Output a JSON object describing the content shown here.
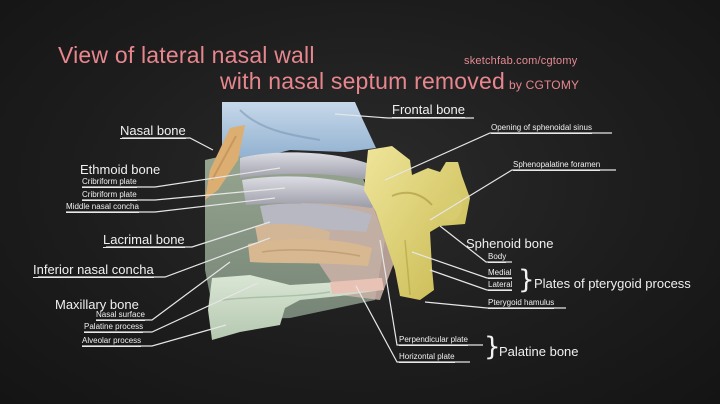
{
  "title": {
    "line1": "View of lateral nasal wall",
    "line2": "with nasal septum removed",
    "byline": "by CGTOMY",
    "site": "sketchfab.com/cgtomy",
    "color": "#e8868e"
  },
  "labels_left": {
    "nasal_bone": "Nasal bone",
    "ethmoid_bone": "Ethmoid bone",
    "cribriform_plate_1": "Cribriform plate",
    "cribriform_plate_2": "Cribriform plate",
    "middle_nasal_concha": "Middle nasal concha",
    "lacrimal_bone": "Lacrimal bone",
    "inferior_nasal_concha": "Inferior nasal concha",
    "maxillary_bone": "Maxillary bone",
    "nasal_surface": "Nasal surface",
    "palatine_process": "Palatine process",
    "alveolar_process": "Alveolar process"
  },
  "labels_right": {
    "frontal_bone": "Frontal bone",
    "opening_sphenoidal_sinus": "Opening of sphenoidal sinus",
    "sphenopalatine_foramen": "Sphenopalatine foramen",
    "sphenoid_bone": "Sphenoid bone",
    "body": "Body",
    "medial": "Medial",
    "lateral": "Lateral",
    "pterygoid_process_group": "Plates of pterygoid process",
    "pterygoid_hamulus": "Pterygoid hamulus",
    "perpendicular_plate": "Perpendicular plate",
    "horizontal_plate": "Horizontal plate",
    "palatine_bone_group": "Palatine bone"
  },
  "colors": {
    "background": "#1c1c1c",
    "label_text": "#f0f0f0",
    "leader_line": "#e6e6e6",
    "frontal_bone": "#a9c3dc",
    "ethmoid_conchae": "#c3c3cc",
    "nasal_bone": "#d8a868",
    "lacrimal": "#d8b894",
    "maxilla": "#b8c8b0",
    "sphenoid": "#e0d480",
    "palatine": "#e8b8b0"
  }
}
